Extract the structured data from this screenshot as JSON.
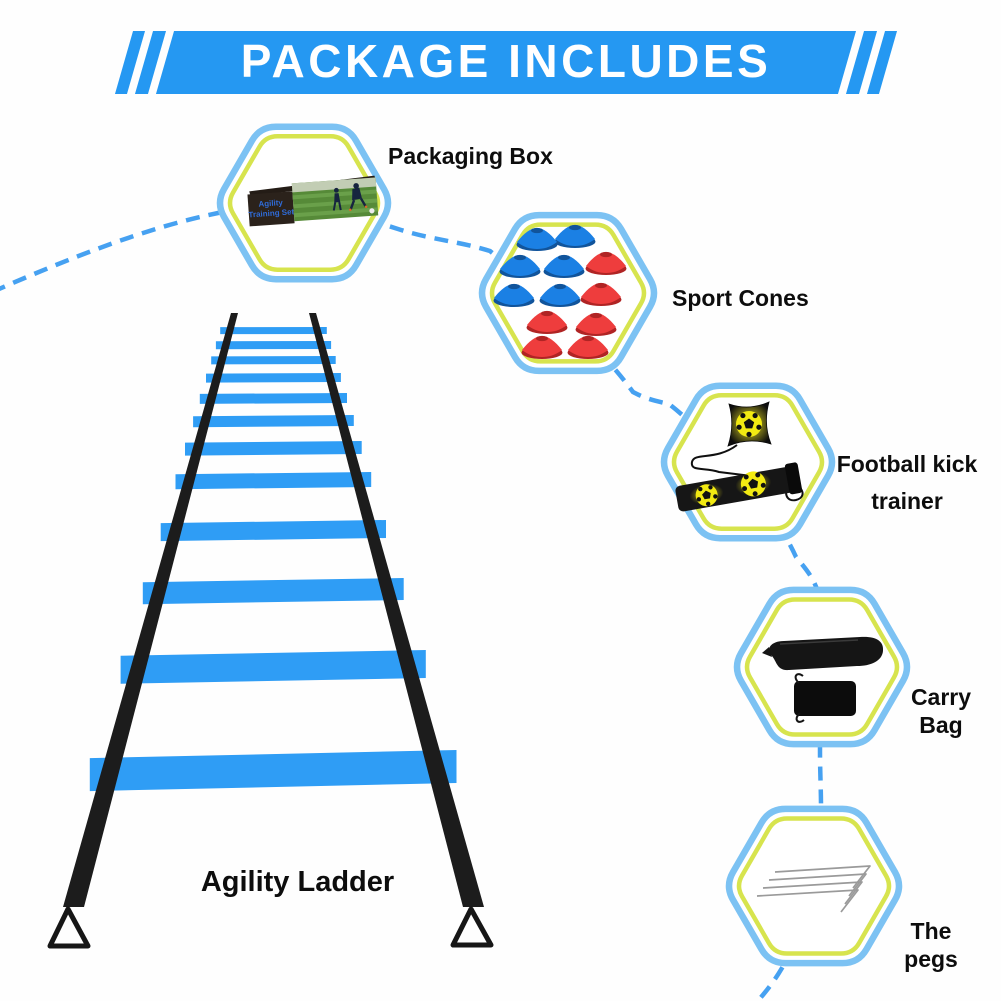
{
  "banner": {
    "title": "PACKAGE INCLUDES"
  },
  "items": [
    {
      "id": "packaging-box",
      "label_lines": [
        "Packaging Box"
      ]
    },
    {
      "id": "sport-cones",
      "label_lines": [
        "Sport Cones"
      ],
      "blue_cones": 6,
      "red_cones": 6
    },
    {
      "id": "football-kick-trainer",
      "label_lines": [
        "Football kick",
        "trainer"
      ]
    },
    {
      "id": "carry-bag",
      "label_lines": [
        "Carry",
        "Bag"
      ]
    },
    {
      "id": "the-pegs",
      "label_lines": [
        "The",
        "pegs"
      ],
      "peg_count": 4
    }
  ],
  "ladder": {
    "label": "Agility Ladder",
    "rung_count": 12
  },
  "packaging_box": {
    "lines": [
      "Agility",
      "Training Set"
    ]
  },
  "colors": {
    "banner_blue": "#2598f2",
    "dash_blue": "#46a1f1",
    "hex_outer_blue": "#7cc2f3",
    "hex_inner_lime": "#d7e44e",
    "ladder_rung_blue": "#2f9df5",
    "strap_black": "#1c1c1c",
    "cone_blue": "#1b80e4",
    "cone_blue_dark": "#11549b",
    "cone_red": "#ee3d3d",
    "cone_red_dark": "#b02424",
    "label_text": "#0d0d0d"
  }
}
